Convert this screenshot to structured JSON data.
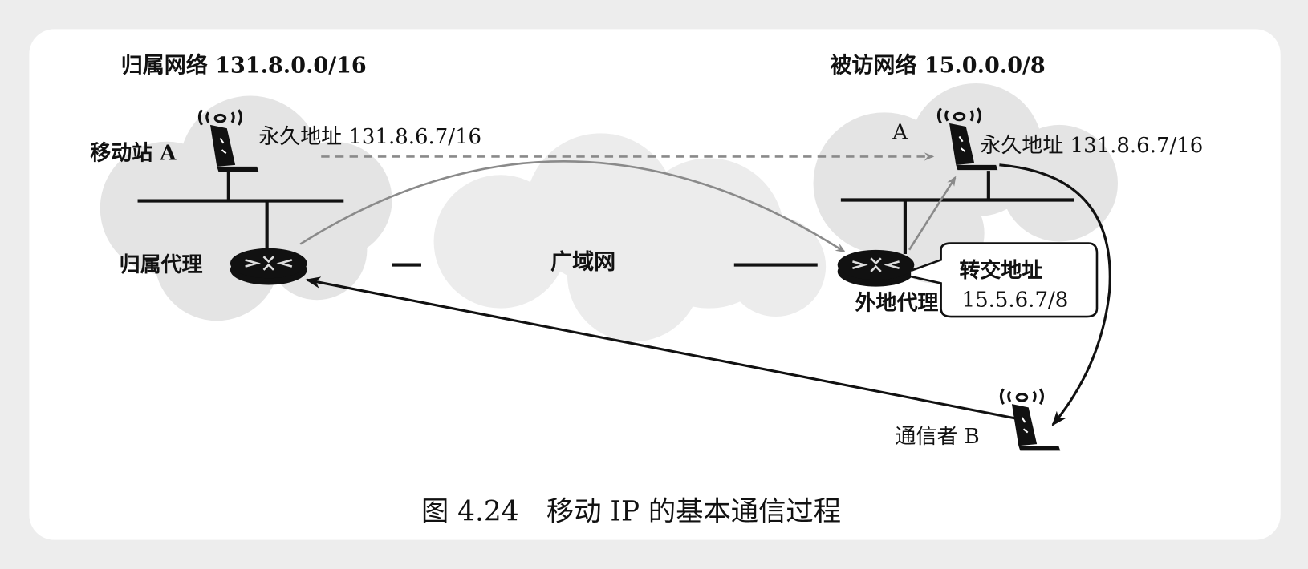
{
  "home_network": {
    "label": "归属网络 131.8.0.0/16"
  },
  "visited_network": {
    "label": "被访网络 15.0.0.0/8"
  },
  "mobile_station": {
    "label": "移动站 A",
    "permanent_address": "永久地址 131.8.6.7/16"
  },
  "home_agent": {
    "label": "归属代理"
  },
  "wan": {
    "label": "广域网"
  },
  "foreign_agent": {
    "label": "外地代理",
    "care_of_title": "转交地址",
    "care_of_address": "15.5.6.7/8"
  },
  "visiting_station": {
    "label": "A",
    "permanent_address": "永久地址 131.8.6.7/16"
  },
  "correspondent": {
    "label": "通信者 B"
  },
  "caption": {
    "figure": "图 4.24",
    "title": "移动 IP 的基本通信过程"
  },
  "colors": {
    "cloud": "#e4e4e4",
    "gray_arrow": "#8a8a8a",
    "ink": "#111111"
  }
}
